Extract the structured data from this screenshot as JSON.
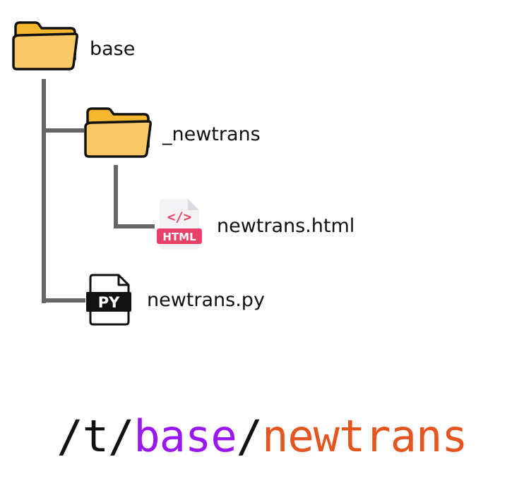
{
  "tree": {
    "root": {
      "label": "base",
      "icon": "folder-icon"
    },
    "subfolder": {
      "label": "_newtrans",
      "icon": "folder-icon"
    },
    "html_file": {
      "label": "newtrans.html",
      "icon": "html-file-icon",
      "badge": "HTML",
      "glyph": "</>"
    },
    "py_file": {
      "label": "newtrans.py",
      "icon": "python-file-icon",
      "badge": "PY"
    }
  },
  "path": {
    "prefix": "/t/",
    "base": "base",
    "separator": "/",
    "name": "newtrans"
  },
  "colors": {
    "folder_fill": "#F9C866",
    "folder_tab": "#F5B72F",
    "connector": "#666666",
    "html_accent": "#E84069",
    "path_prefix": "#111111",
    "path_base": "#9B17F0",
    "path_name": "#E4551F"
  }
}
